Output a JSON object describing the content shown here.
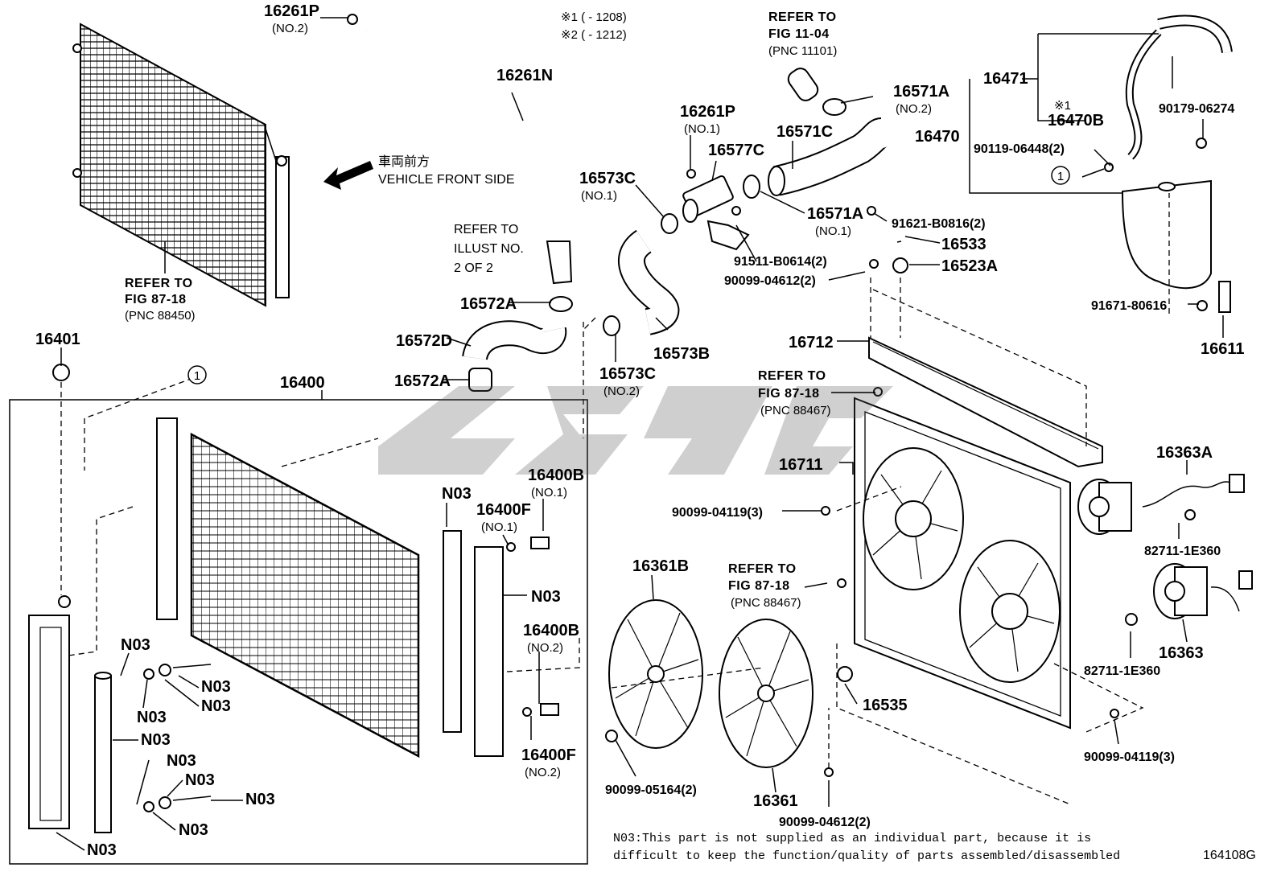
{
  "diagram": {
    "figure_code": "164108G",
    "legend": {
      "mark1": "※1 (      - 1208)",
      "mark2": "※2 (      - 1212)"
    },
    "direction": {
      "jp": "車両前方",
      "en": "VEHICLE FRONT SIDE"
    },
    "circle_ref": "1",
    "note": {
      "line1": "N03:This part is not supplied as an individual part, because it is",
      "line2": "difficult to keep the function/quality of parts assembled/disassembled"
    },
    "references": [
      {
        "l1": "REFER TO",
        "l2": "FIG 11-04",
        "l3": "(PNC 11101)"
      },
      {
        "l1": "REFER TO",
        "l2": "FIG 87-18",
        "l3": "(PNC 88450)"
      },
      {
        "l1": "REFER TO",
        "l2": "ILLUST NO.",
        "l3": "2 OF 2"
      },
      {
        "l1": "REFER TO",
        "l2": "FIG 87-18",
        "l3": "(PNC 88467)"
      },
      {
        "l1": "REFER TO",
        "l2": "FIG 87-18",
        "l3": "(PNC 88467)"
      }
    ],
    "part_labels": [
      {
        "id": "16261P",
        "sub": "(NO.2)"
      },
      {
        "id": "16261N",
        "sub": ""
      },
      {
        "id": "16261P",
        "sub": "(NO.1)"
      },
      {
        "id": "16577C",
        "sub": ""
      },
      {
        "id": "16571C",
        "sub": ""
      },
      {
        "id": "16571A",
        "sub": "(NO.2)"
      },
      {
        "id": "16571A",
        "sub": "(NO.1)"
      },
      {
        "id": "16573C",
        "sub": "(NO.1)"
      },
      {
        "id": "16573C",
        "sub": "(NO.2)"
      },
      {
        "id": "16573B",
        "sub": ""
      },
      {
        "id": "16572A",
        "sub": ""
      },
      {
        "id": "16572D",
        "sub": ""
      },
      {
        "id": "16572A",
        "sub": ""
      },
      {
        "id": "16401",
        "sub": ""
      },
      {
        "id": "16400",
        "sub": ""
      },
      {
        "id": "16400B",
        "sub": "(NO.1)"
      },
      {
        "id": "16400F",
        "sub": "(NO.1)"
      },
      {
        "id": "16400B",
        "sub": "(NO.2)"
      },
      {
        "id": "16400F",
        "sub": "(NO.2)"
      },
      {
        "id": "16471",
        "sub": ""
      },
      {
        "id": "16470B",
        "sub": "※1"
      },
      {
        "id": "16470",
        "sub": ""
      },
      {
        "id": "16533",
        "sub": ""
      },
      {
        "id": "16523A",
        "sub": ""
      },
      {
        "id": "16611",
        "sub": ""
      },
      {
        "id": "16712",
        "sub": ""
      },
      {
        "id": "16711",
        "sub": ""
      },
      {
        "id": "16363A",
        "sub": ""
      },
      {
        "id": "16363",
        "sub": ""
      },
      {
        "id": "16361B",
        "sub": ""
      },
      {
        "id": "16361",
        "sub": ""
      },
      {
        "id": "16535",
        "sub": ""
      }
    ],
    "bolt_labels": [
      "90179-06274",
      "90119-06448(2)",
      "91621-B0816(2)",
      "91511-B0614(2)",
      "90099-04612(2)",
      "91671-80616",
      "90099-04119(3)",
      "82711-1E360",
      "82711-1E360",
      "90099-04119(3)",
      "90099-05164(2)",
      "90099-04612(2)"
    ],
    "n03_label": "N03"
  }
}
